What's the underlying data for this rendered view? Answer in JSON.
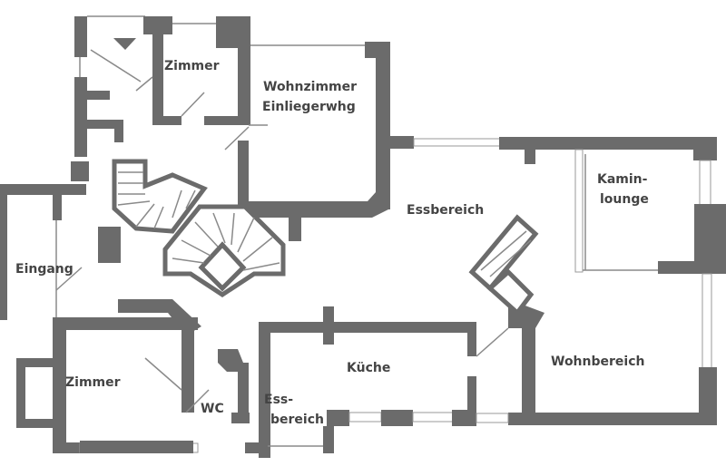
{
  "title": "Grundriss",
  "rooms": {
    "zimmer_top": "Zimmer",
    "wohnzimmer_line1": "Wohnzimmer",
    "wohnzimmer_line2": "Einliegerwhg",
    "essbereich": "Essbereich",
    "kamin_line1": "Kamin-",
    "kamin_line2": "lounge",
    "eingang": "Eingang",
    "zimmer_bottom": "Zimmer",
    "kueche": "Küche",
    "wohnbereich": "Wohnbereich",
    "wc": "WC",
    "ess_line1": "Ess-",
    "ess_line2": "bereich"
  },
  "colors": {
    "wall": "#6b6b6b",
    "label": "#444444"
  }
}
